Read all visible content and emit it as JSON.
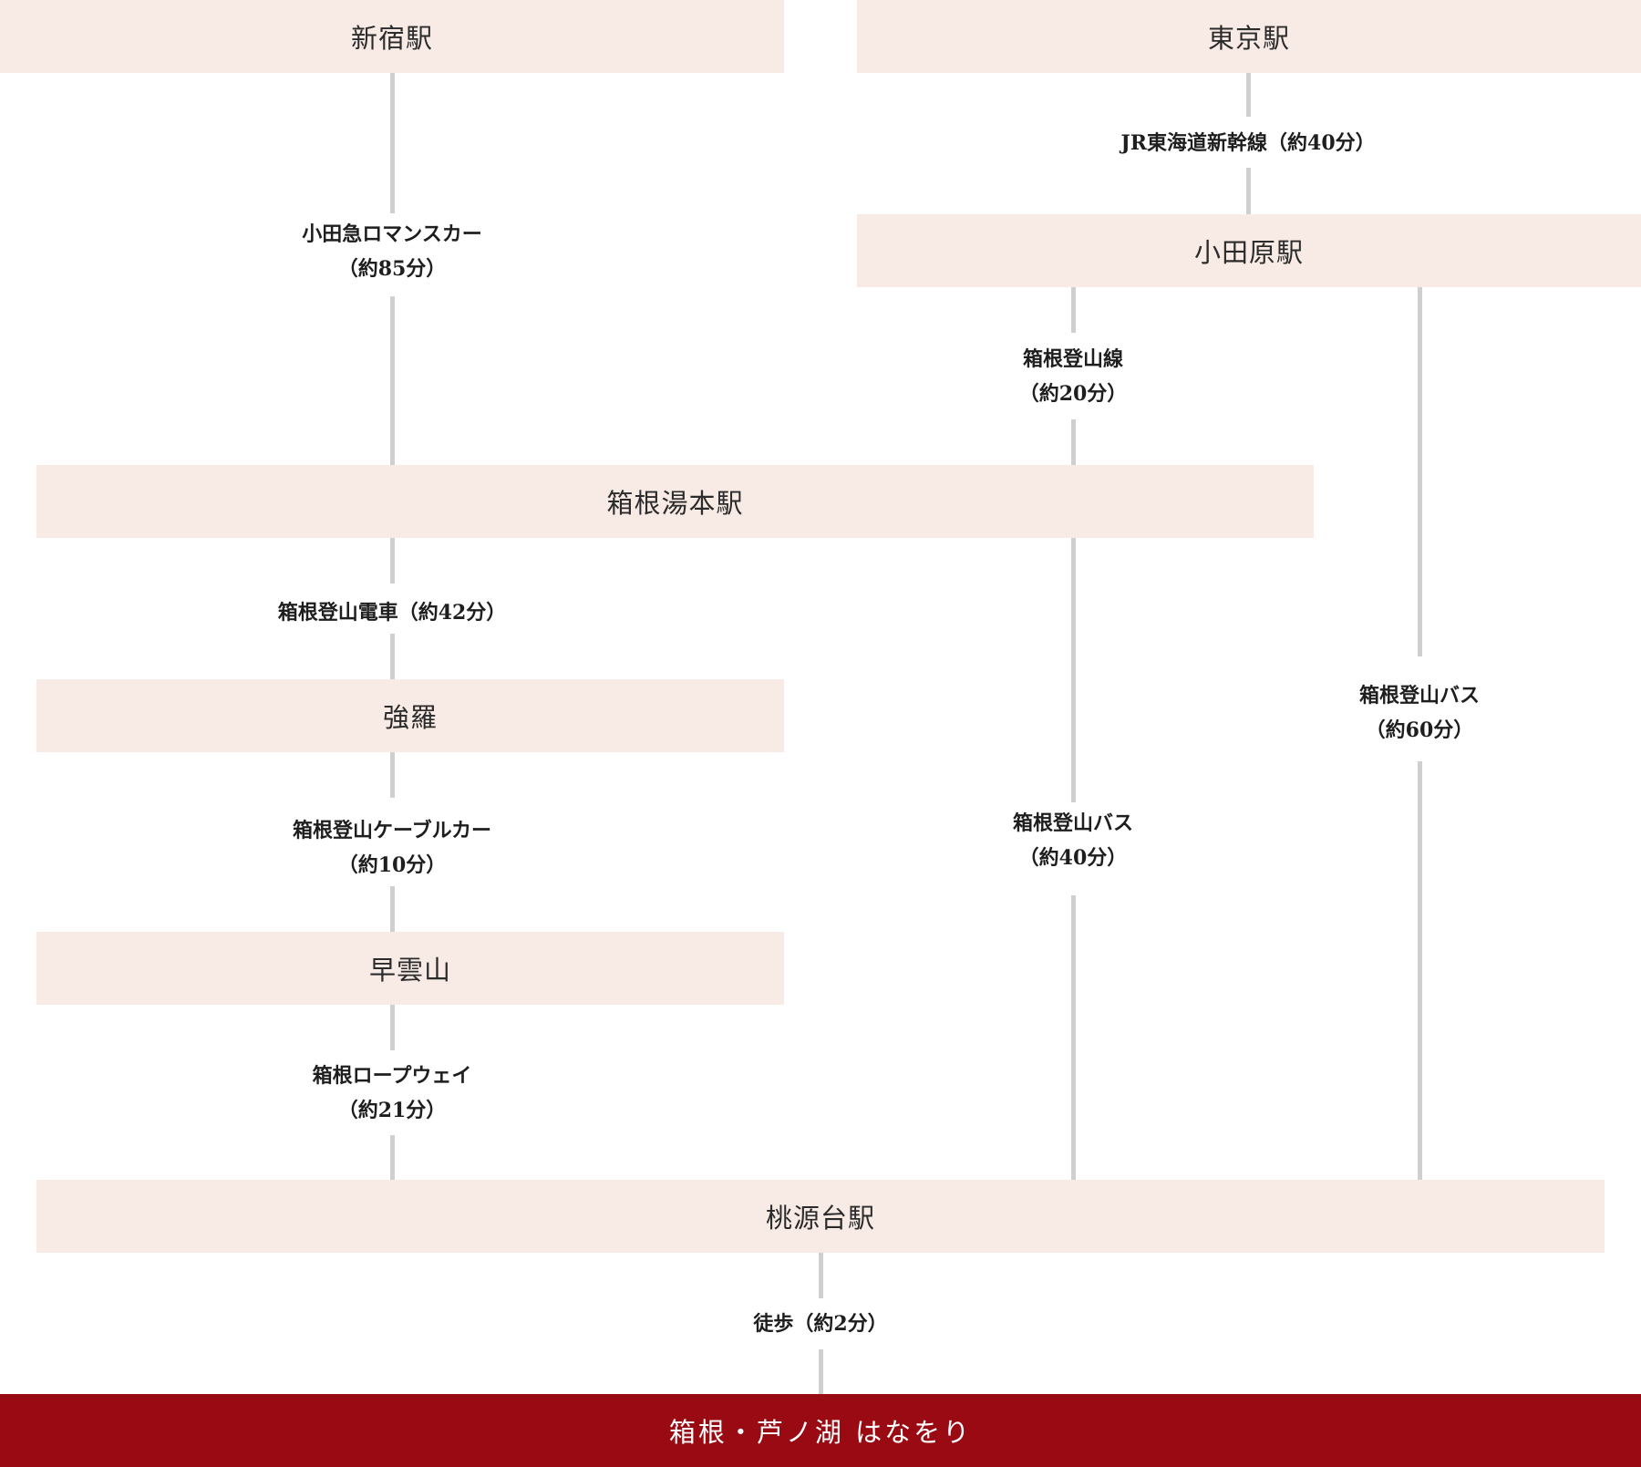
{
  "stations": {
    "shinjuku": "新宿駅",
    "tokyo": "東京駅",
    "odawara": "小田原駅",
    "hakone_yumoto": "箱根湯本駅",
    "gora": "強羅",
    "sounzan": "早雲山",
    "togendai": "桃源台駅",
    "hotel": "箱根・芦ノ湖 はなをり"
  },
  "routes": {
    "odakyu": {
      "line1": "小田急ロマンスカー",
      "line2": "（約85分）"
    },
    "shinkansen": {
      "line1": "JR東海道新幹線（約40分）"
    },
    "tozan_line": {
      "line1": "箱根登山線",
      "line2": "（約20分）"
    },
    "tozan_train": {
      "line1": "箱根登山電車（約42分）"
    },
    "tozan_bus_60": {
      "line1": "箱根登山バス",
      "line2": "（約60分）"
    },
    "tozan_bus_40": {
      "line1": "箱根登山バス",
      "line2": "（約40分）"
    },
    "cable_car": {
      "line1": "箱根登山ケーブルカー",
      "line2": "（約10分）"
    },
    "ropeway": {
      "line1": "箱根ロープウェイ",
      "line2": "（約21分）"
    },
    "walk": {
      "line1": "徒歩（約2分）"
    }
  },
  "colors": {
    "box_bg": "#f8ebe6",
    "destination_bg": "#990a13",
    "connector": "#cfcfcf"
  }
}
